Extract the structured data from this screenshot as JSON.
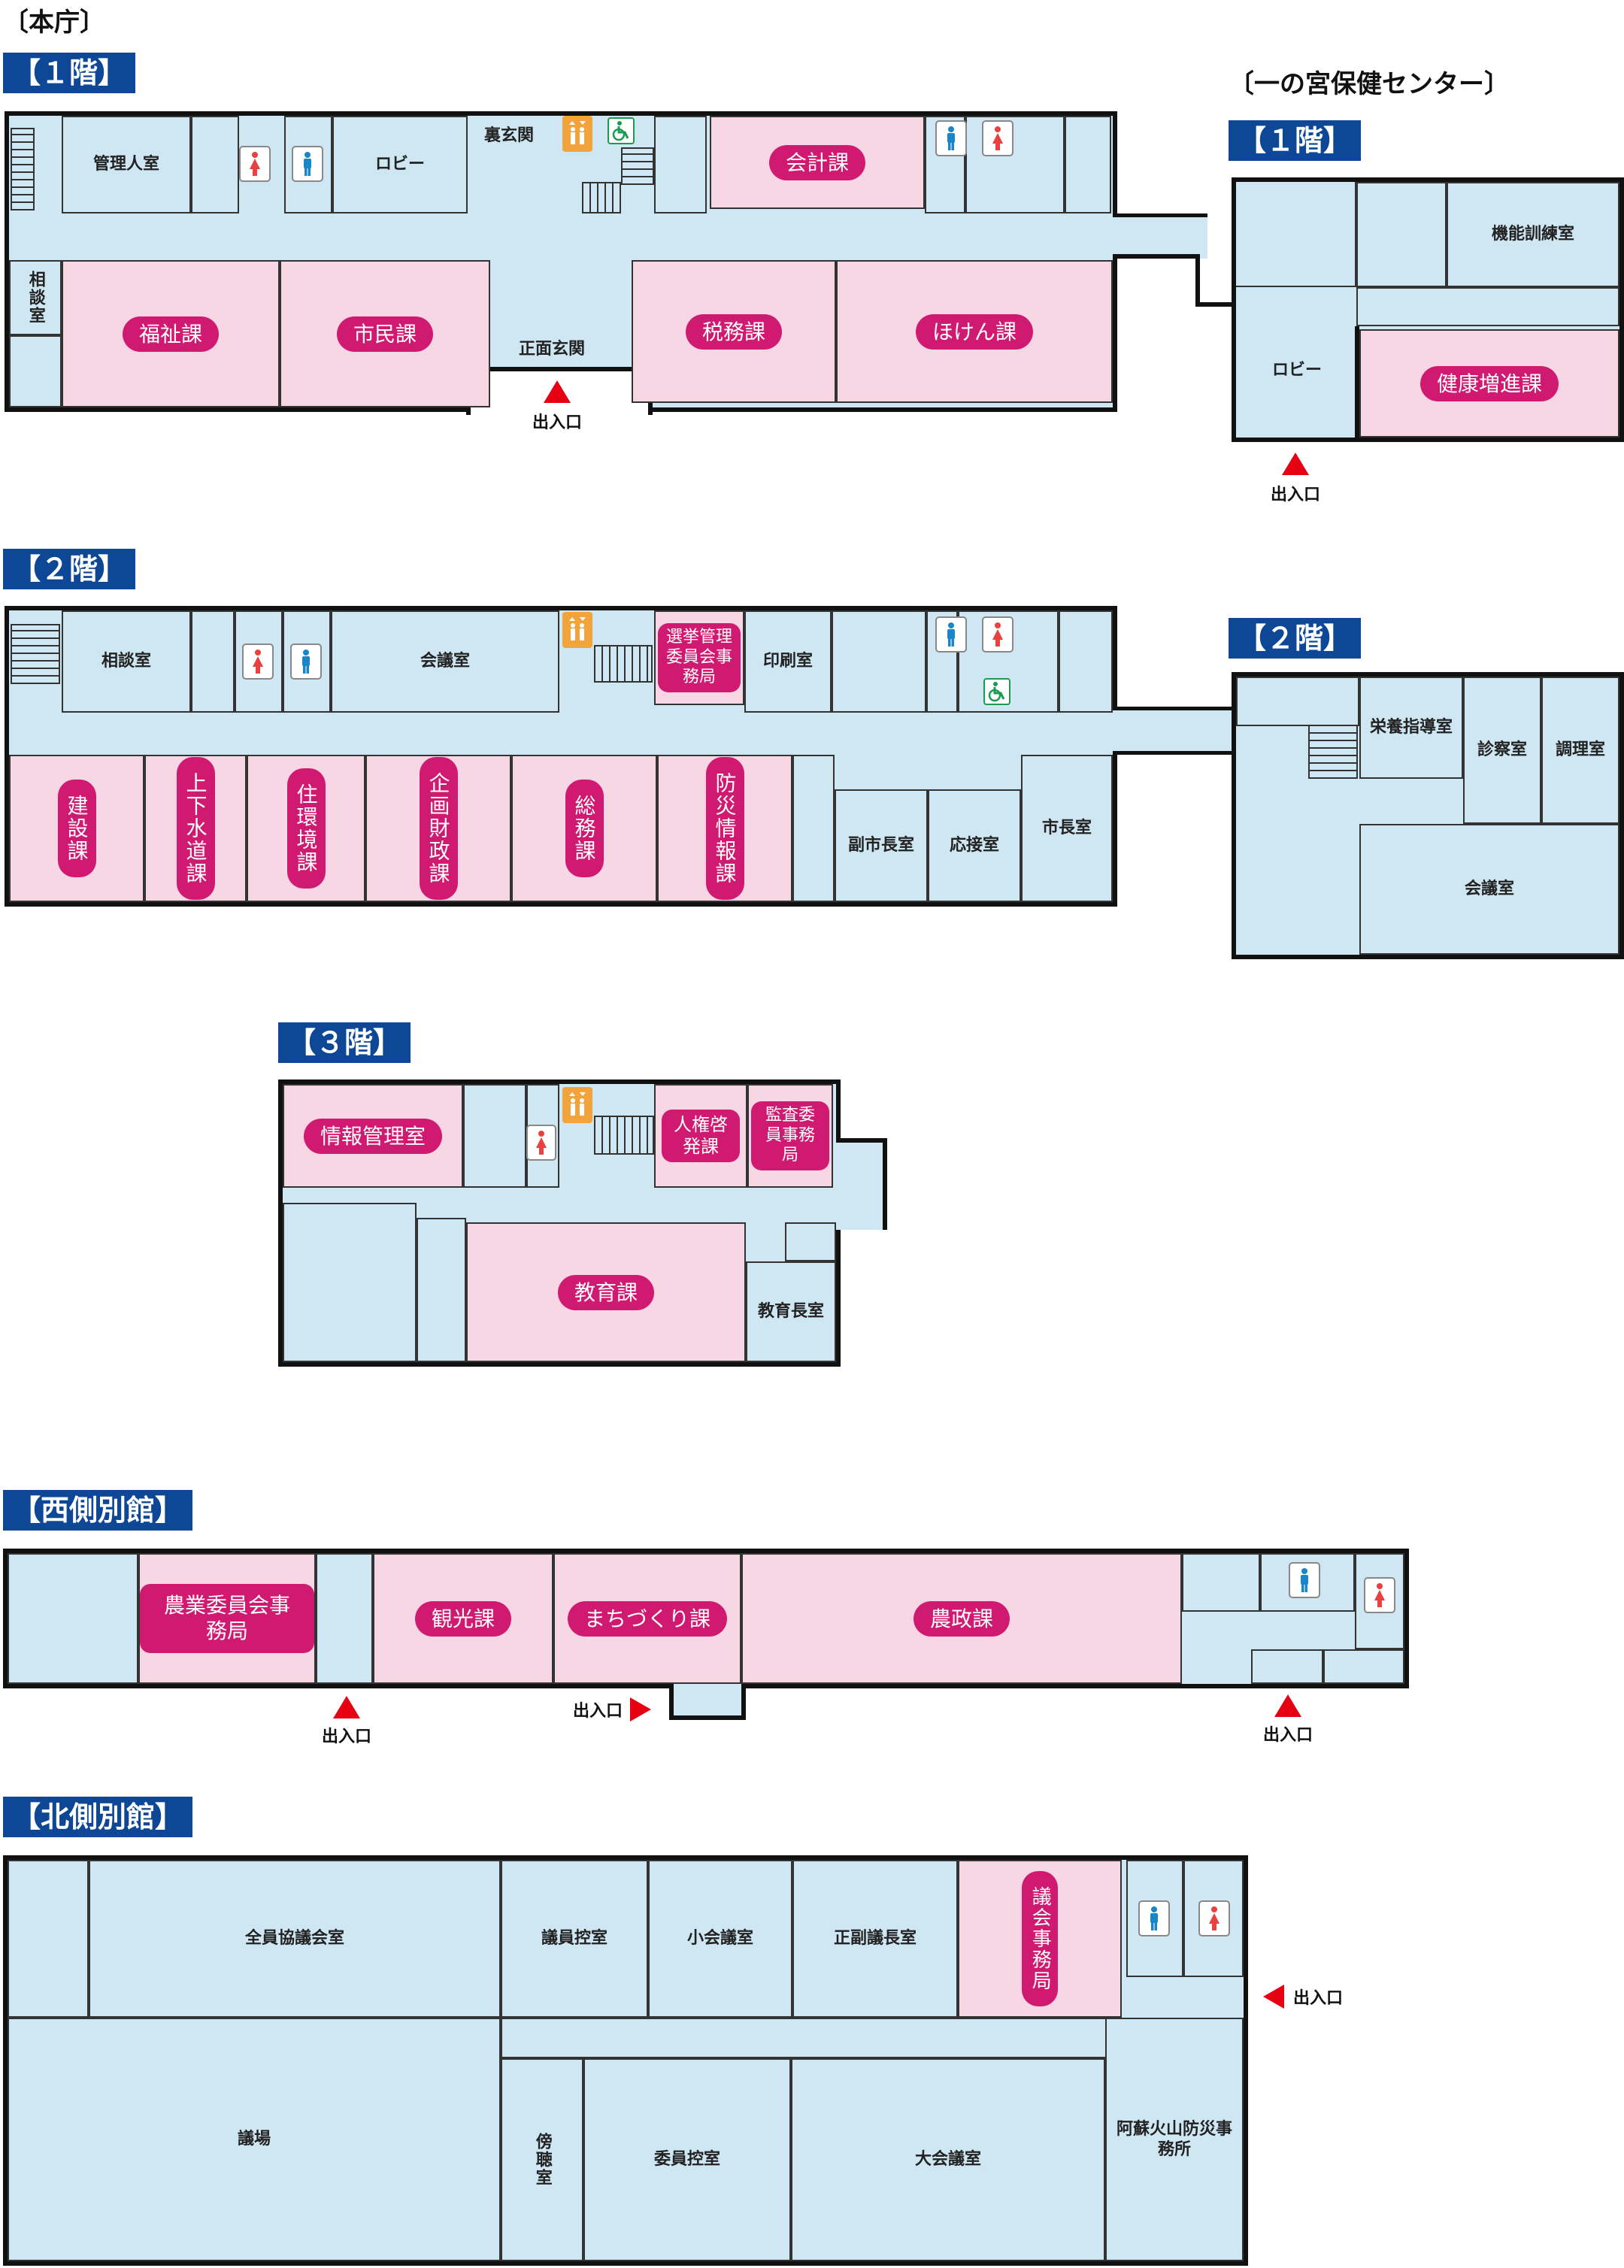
{
  "main_building": {
    "title": "〔本庁〕"
  },
  "health_center": {
    "title": "〔一の宮保健センター〕"
  },
  "floors": {
    "f1": "【１階】",
    "f2": "【２階】",
    "f3": "【３階】",
    "west": "【西側別館】",
    "north": "【北側別館】"
  },
  "main_f1": {
    "rooms": [
      "管理人室",
      "ロビー",
      "裏玄関",
      "会計課",
      "相談室",
      "福祉課",
      "市民課",
      "正面玄関",
      "税務課",
      "ほけん課"
    ],
    "entrance": "出入口"
  },
  "main_f2": {
    "rooms": [
      "相談室",
      "会議室",
      "選挙管理委員会事務局",
      "印刷室",
      "建設課",
      "上下水道課",
      "住環境課",
      "企画財政課",
      "総務課",
      "防災情報課",
      "副市長室",
      "応接室",
      "市長室"
    ]
  },
  "main_f3": {
    "rooms": [
      "情報管理室",
      "人権啓発課",
      "監査委員事務局",
      "教育課",
      "教育長室"
    ]
  },
  "health_f1": {
    "rooms": [
      "機能訓練室",
      "ロビー",
      "健康増進課"
    ],
    "entrance": "出入口"
  },
  "health_f2": {
    "rooms": [
      "栄養指導室",
      "診察室",
      "調理室",
      "会議室"
    ]
  },
  "west_annex": {
    "rooms": [
      "農業委員会事務局",
      "観光課",
      "まちづくり課",
      "農政課"
    ],
    "entrances": [
      "出入口",
      "出入口",
      "出入口"
    ]
  },
  "north_annex": {
    "rooms": [
      "全員協議会室",
      "議員控室",
      "小会議室",
      "正副議長室",
      "議会事務局",
      "議場",
      "傍聴室",
      "委員控室",
      "大会議室",
      "阿蘇火山防災事務所"
    ],
    "entrance": "出入口"
  },
  "colors": {
    "tag_blue": "#0d4796",
    "room_blue": "#cfe7f3",
    "office_pink": "#f8d7e4",
    "pill_magenta": "#d01a72",
    "arrow_red": "#e60012"
  },
  "icons": [
    "restroom-women-icon",
    "restroom-men-icon",
    "elevator-icon",
    "accessible-restroom-icon",
    "stairs-icon",
    "entrance-arrow-icon"
  ]
}
